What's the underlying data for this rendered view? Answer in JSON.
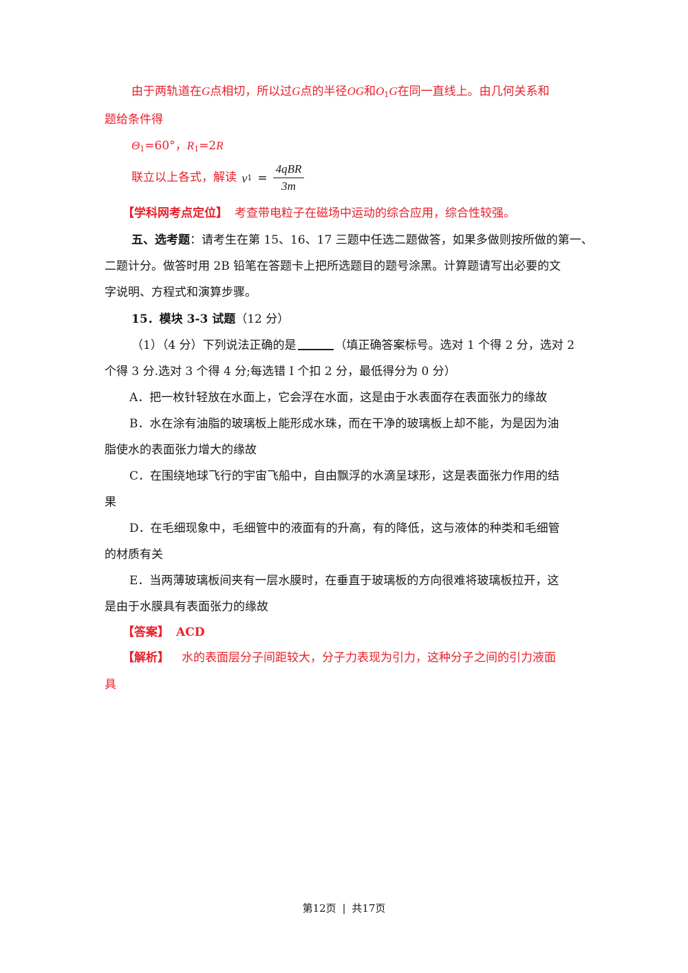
{
  "p1": {
    "a": "由于两轨道在",
    "G1": "G",
    "b": "点相切，所以过",
    "G2": "G",
    "c": "点的半径",
    "OG": "OG",
    "d": "和",
    "O": "O",
    "O_sub": "1",
    "G3": "G",
    "e": "在同一直线上。由几何关系和",
    "line2": "题给条件得"
  },
  "p2": {
    "theta": "Θ",
    "theta_sub": "1",
    "theta_val": "=60°，",
    "R": "R",
    "R_sub": "1",
    "R_val": "=2",
    "R2": "R"
  },
  "p3": {
    "text": "联立以上各式，解读",
    "v": "v",
    "v_sub": "1",
    "eq": "=",
    "numerator": "4qBR",
    "denominator": "3m"
  },
  "p4": {
    "label": "【学科网考点定位】",
    "text": "考查带电粒子在磁场中运动的综合应用，综合性较强。"
  },
  "p5": {
    "label": "五、选考题",
    "text1": "：请考生在第 15、16、17 三题中任选二题做答，如果多做则按所做的第一、",
    "text2": "二题计分。做答时用 2B 铅笔在答题卡上把所选题目的题号涂黑。计算题请写出必要的文",
    "text3": "字说明、方程式和演算步骤。"
  },
  "q15": {
    "title": "15．模块 3-3 试题",
    "score": "（12 分）",
    "q1a": "（1）（4 分）下列说法正确的是",
    "q1b": "（填正确答案标号。选对 1 个得 2 分，选对 2",
    "q1c": "个得 3 分.选对 3 个得 4 分;每选错 I 个扣 2 分，最低得分为 0 分）"
  },
  "options": {
    "A": "A．把一枚针轻放在水面上，它会浮在水面，这是由于水表面存在表面张力的缘故",
    "B1": "B．水在涂有油脂的玻璃板上能形成水珠，而在干净的玻璃板上却不能，为是因为油",
    "B2": "脂使水的表面张力增大的缘故",
    "C1": "C．在围绕地球飞行的宇宙飞船中，自由飘浮的水滴呈球形，这是表面张力作用的结",
    "C2": "果",
    "D1": "D．在毛细现象中，毛细管中的液面有的升高，有的降低，这与液体的种类和毛细管",
    "D2": "的材质有关",
    "E1": "E．当两薄玻璃板间夹有一层水膜时，在垂直于玻璃板的方向很难将玻璃板拉开，这",
    "E2": "是由于水膜具有表面张力的缘故"
  },
  "answer": {
    "label": "【答案】",
    "value": "ACD"
  },
  "analysis": {
    "label": "【解析】",
    "text1": "水的表面层分子间距较大，分子力表现为引力，这种分子之间的引力液面",
    "text2": "具"
  },
  "footer": {
    "page": "第12页",
    "sep": "|",
    "total": "共17页"
  }
}
